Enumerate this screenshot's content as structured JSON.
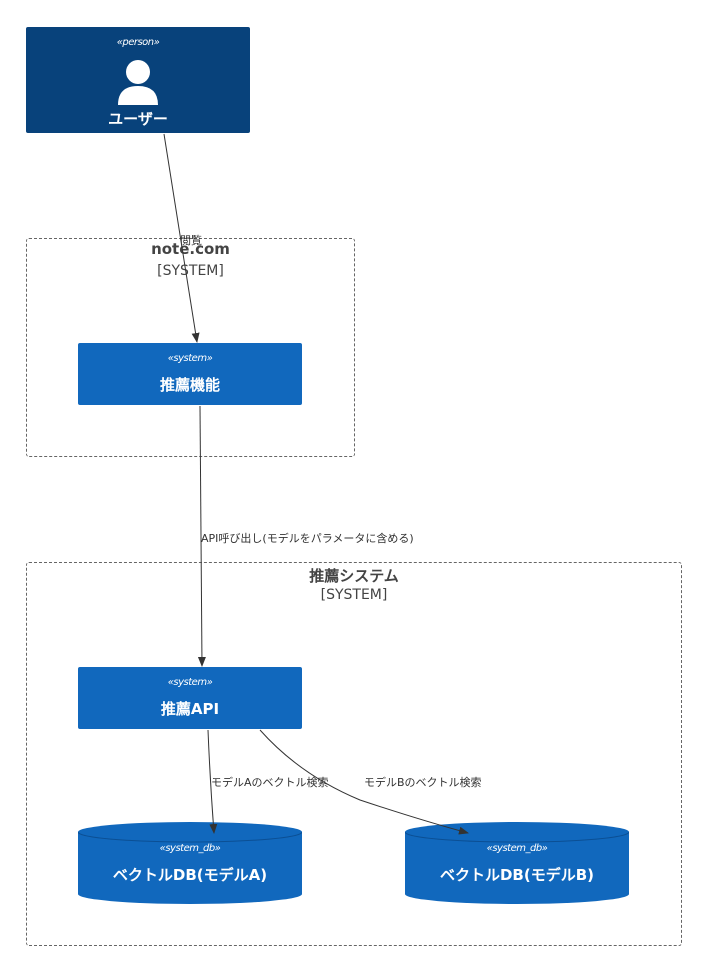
{
  "person": {
    "stereotype": "«person»",
    "label": "ユーザー",
    "color": "#08427b"
  },
  "boundary_note": {
    "title": "note.com",
    "type": "[SYSTEM]"
  },
  "boundary_reco": {
    "title": "推薦システム",
    "type": "[SYSTEM]"
  },
  "node_reco_feature": {
    "stereotype": "«system»",
    "label": "推薦機能",
    "color": "#1168bd"
  },
  "node_reco_api": {
    "stereotype": "«system»",
    "label": "推薦API",
    "color": "#1168bd"
  },
  "db_a": {
    "stereotype": "«system_db»",
    "label": "ベクトルDB(モデルA)",
    "color": "#1168bd"
  },
  "db_b": {
    "stereotype": "«system_db»",
    "label": "ベクトルDB(モデルB)",
    "color": "#1168bd"
  },
  "edges": {
    "browse": "閲覧",
    "api_call": "API呼び出し(モデルをパラメータに含める)",
    "search_a": "モデルAのベクトル検索",
    "search_b": "モデルBのベクトル検索"
  }
}
